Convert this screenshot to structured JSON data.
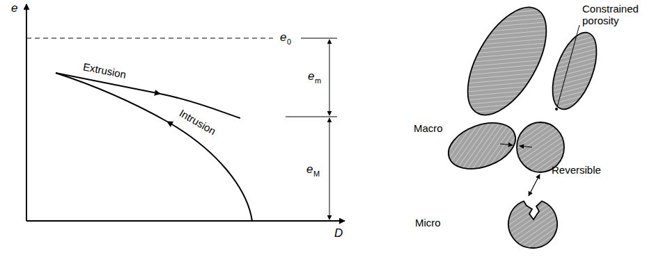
{
  "diagram": {
    "labels": [
      "e",
      "D",
      "e",
      "0",
      "e",
      "m",
      "e",
      "M",
      "Extrusion",
      "Intrusion",
      "Macro",
      "Micro",
      "Constrained porosity",
      "Reversible"
    ]
  }
}
